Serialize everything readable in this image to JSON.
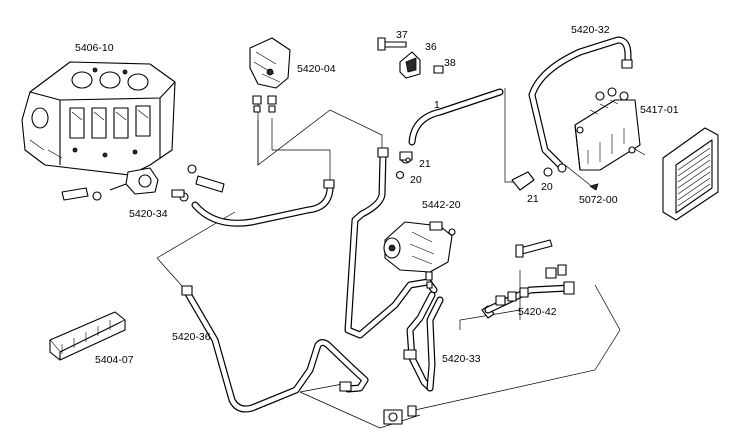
{
  "labels": {
    "l5406_10": "5406-10",
    "l5420_04": "5420-04",
    "l37": "37",
    "l36": "36",
    "l38": "38",
    "l1": "1",
    "l5420_32": "5420-32",
    "l5417_01": "5417-01",
    "l21a": "21",
    "l20a": "20",
    "l20b": "20",
    "l21b": "21",
    "l5072_00": "5072-00",
    "l5442_20": "5442-20",
    "l5420_34": "5420-34",
    "l5420_42": "5420-42",
    "l5420_36": "5420-36",
    "l5404_07": "5404-07",
    "l5420_33": "5420-33"
  }
}
